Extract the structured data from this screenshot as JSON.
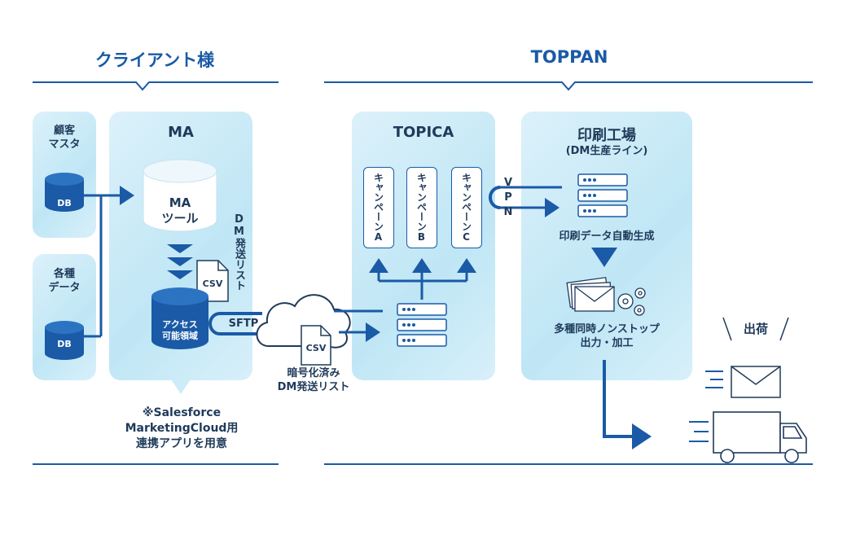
{
  "client": {
    "heading": "クライアント様"
  },
  "toppan": {
    "heading": "TOPPAN"
  },
  "customer_master": {
    "label_line1": "顧客",
    "label_line2": "マスタ",
    "db": "DB"
  },
  "misc_data": {
    "label_line1": "各種",
    "label_line2": "データ",
    "db": "DB"
  },
  "ma": {
    "title": "MA",
    "tool_line1": "MA",
    "tool_line2": "ツール",
    "csv": "CSV",
    "access_line1": "アクセス",
    "access_line2": "可能領域",
    "list_vertical": "DM発送リスト"
  },
  "note": {
    "line1": "※Salesforce",
    "line2": "MarketingCloud用",
    "line3": "連携アプリを用意"
  },
  "sftp": {
    "label": "SFTP",
    "csv": "CSV",
    "caption_line1": "暗号化済み",
    "caption_line2": "DM発送リスト"
  },
  "topica": {
    "title": "TOPICA",
    "campaigns": [
      "キャンペーンA",
      "キャンペーンB",
      "キャンペーンC"
    ]
  },
  "vpn": {
    "v": "V",
    "p": "P",
    "n": "N"
  },
  "factory": {
    "title": "印刷工場",
    "subtitle": "(DM生産ライン)",
    "auto_gen": "印刷データ自動生成",
    "process_line1": "多種同時ノンストップ",
    "process_line2": "出力・加工"
  },
  "shipping": {
    "label": "出荷"
  },
  "colors": {
    "accent": "#1a5aa6",
    "panel": "#c7e9f6",
    "dark": "#1f3a5a"
  },
  "icons": [
    "database-icon",
    "server-icon",
    "cloud-icon",
    "csv-file-icon",
    "envelope-icon",
    "gear-icon",
    "truck-icon",
    "arrow-icon"
  ]
}
